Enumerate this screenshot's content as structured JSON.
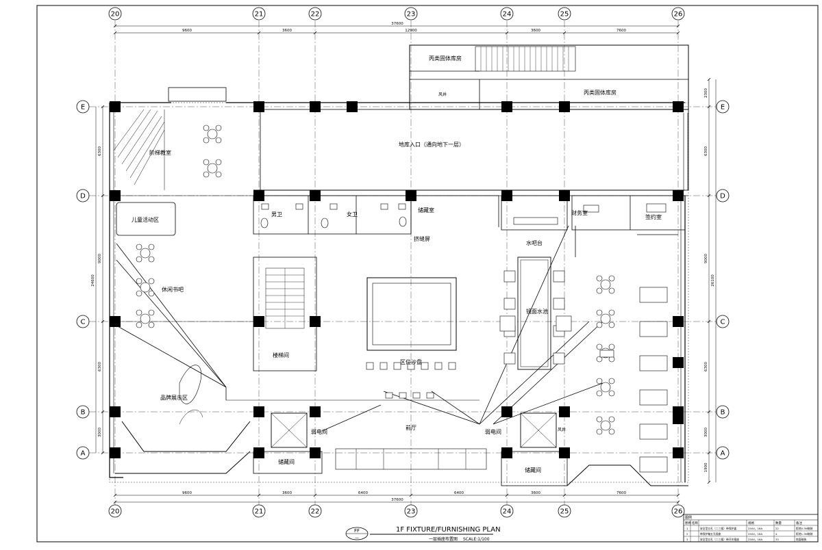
{
  "drawing": {
    "title_en": "1F FIXTURE/FURNISHING PLAN",
    "title_cn": "一层插座布置图",
    "scale": "SCALE:1/100",
    "tag_code": "FF",
    "tag_sub": "—"
  },
  "grid_columns": [
    "20",
    "21",
    "22",
    "23",
    "24",
    "25",
    "26"
  ],
  "grid_rows": [
    "E",
    "D",
    "C",
    "B",
    "A"
  ],
  "dimensions": {
    "top_segments": [
      "9600",
      "3600",
      "12900",
      "3600",
      "7600"
    ],
    "top_total": "37600",
    "bottom_segments": [
      "9600",
      "3600",
      "6400",
      "6400",
      "3600",
      "7600"
    ],
    "bottom_total": "37600",
    "left_segments": [
      "6300",
      "9000",
      "6300",
      "3000"
    ],
    "left_total": "24600",
    "right_segments": [
      "2300",
      "6300",
      "9000",
      "6300",
      "3000",
      "1900"
    ],
    "right_total": "26100"
  },
  "rooms": {
    "storage_top_a": "丙类固体库房",
    "storage_top_b": "丙类固体库房",
    "fan": "风井",
    "lecture": "阶梯教室",
    "garage": "地库入口（通向地下一层）",
    "kids": "儿童活动区",
    "men": "男卫",
    "women": "女卫",
    "storage_mid": "储藏室",
    "screen": "挤缝屏",
    "finance": "财务室",
    "sign": "签约室",
    "bar": "水吧台",
    "reading": "休闲书吧",
    "stair": "楼梯间",
    "pool": "镜面水池",
    "sandtable": "区位沙盘",
    "brand": "品牌展示区",
    "weak_left": "弱电间",
    "weak_right": "弱电间",
    "lobby": "前厅",
    "store_left": "储藏间",
    "store_right": "储藏间",
    "shaft": "风井"
  },
  "legend": {
    "title": "图例",
    "headers": [
      "图例",
      "名称",
      "规格",
      "数量",
      "备注"
    ],
    "rows": [
      [
        "1",
        "安全型五孔（二三插）带保护盒",
        "250V，16A",
        "22",
        "距地0.3M暗装"
      ],
      [
        "2",
        "带保护箱五孔插座",
        "250V，16A",
        "4",
        "距地1.3M暗装"
      ],
      [
        "3",
        "安全型五孔（二三插）带开关插座",
        "250V，16A",
        "33",
        "地面暗装"
      ]
    ]
  }
}
